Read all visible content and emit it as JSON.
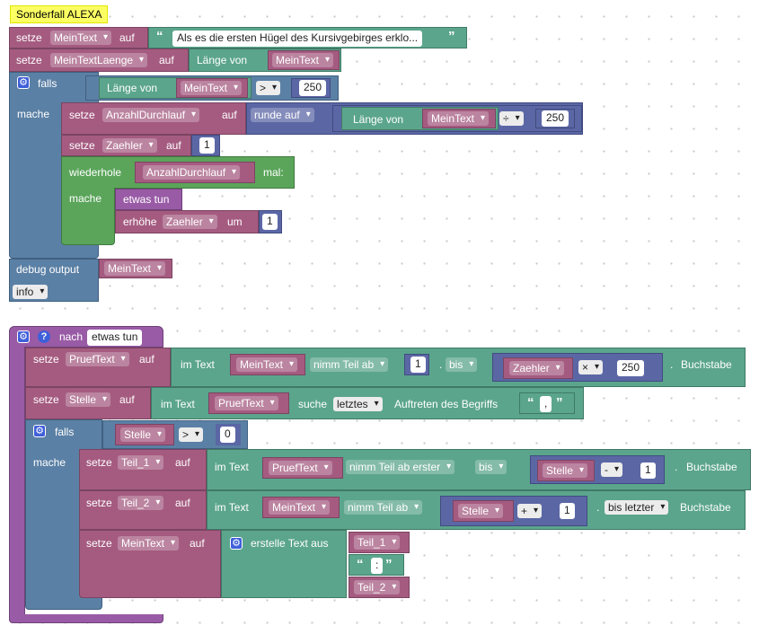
{
  "comment": "Sonderfall ALEXA",
  "kw": {
    "setze": "setze",
    "auf": "auf",
    "falls": "falls",
    "mache": "mache",
    "laenge_von": "Länge von",
    "runde_auf": "runde auf",
    "wiederhole": "wiederhole",
    "mal": "mal:",
    "etwas_tun": "etwas tun",
    "erhoehe": "erhöhe",
    "um": "um",
    "debug_output": "debug output",
    "info": "info",
    "nach": "nach",
    "im_text": "im Text",
    "nimm_teil_ab": "nimm Teil ab",
    "nimm_teil_ab_erster": "nimm Teil ab erster",
    "bis": "bis",
    "bis_letzter": "bis letzter",
    "buchstabe": "Buchstabe",
    "suche": "suche",
    "letztes": "letztes",
    "auftreten": "Auftreten des Begriffs",
    "erstelle_text": "erstelle Text aus"
  },
  "vars": {
    "meintext": "MeinText",
    "meintextlaenge": "MeinTextLaenge",
    "anzahl": "AnzahlDurchlauf",
    "zaehler": "Zaehler",
    "prueftext": "PruefText",
    "stelle": "Stelle",
    "teil1": "Teil_1",
    "teil2": "Teil_2"
  },
  "values": {
    "long_text": "Als es die ersten Hügel des Kursivgebirges erklo...",
    "n250": "250",
    "n1": "1",
    "n0": "0",
    "comma": ",",
    "colon": ":"
  },
  "ops": {
    "gt": ">",
    "div": "÷",
    "mul": "×",
    "minus": "-",
    "plus": "+"
  }
}
